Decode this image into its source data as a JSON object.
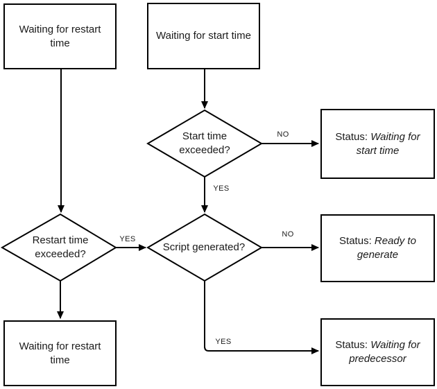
{
  "diagram": {
    "colors": {
      "background": "#ffffff",
      "line": "#000000",
      "text": "#1a1a1a"
    },
    "nodes": {
      "waiting_restart_top": {
        "label": "Waiting for restart time"
      },
      "waiting_start": {
        "label": "Waiting for start time"
      },
      "start_exceeded": {
        "label": "Start time exceeded?"
      },
      "restart_exceeded": {
        "label": "Restart time exceeded?"
      },
      "script_generated": {
        "label": "Script generated?"
      },
      "status_waiting_start": {
        "prefix": "Status: ",
        "status": "Waiting for start time"
      },
      "status_ready": {
        "prefix": "Status: ",
        "status": "Ready to generate"
      },
      "status_predecessor": {
        "prefix": "Status: ",
        "status": "Waiting for predecessor"
      },
      "waiting_restart_bottom": {
        "label": "Waiting for restart time"
      }
    },
    "edge_labels": {
      "start_no": "NO",
      "start_yes": "YES",
      "restart_yes": "YES",
      "script_no": "NO",
      "script_yes": "YES"
    }
  }
}
